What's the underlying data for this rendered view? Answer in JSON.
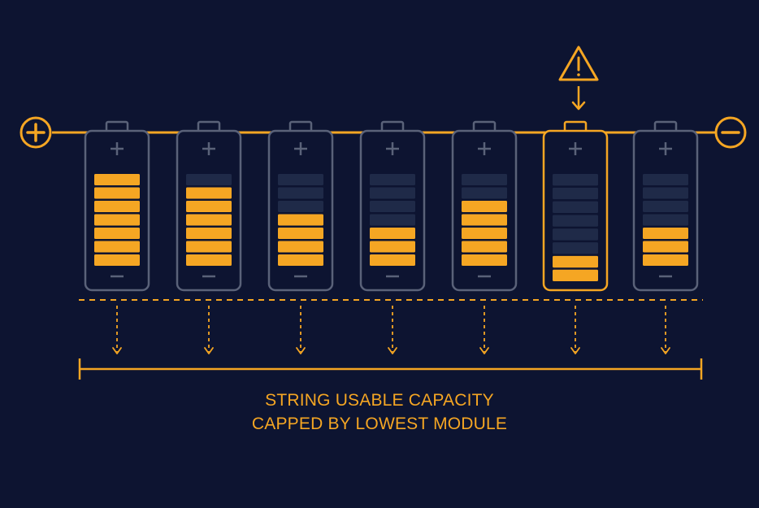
{
  "caption": {
    "line1": "STRING USABLE CAPACITY",
    "line2": "CAPPED BY LOWEST MODULE"
  },
  "terminals": {
    "positive_symbol": "+",
    "negative_symbol": "−"
  },
  "modules": [
    {
      "id": 1,
      "segments_total": 7,
      "segments_filled": 7,
      "warning": false
    },
    {
      "id": 2,
      "segments_total": 7,
      "segments_filled": 6,
      "warning": false
    },
    {
      "id": 3,
      "segments_total": 7,
      "segments_filled": 4,
      "warning": false
    },
    {
      "id": 4,
      "segments_total": 7,
      "segments_filled": 3,
      "warning": false
    },
    {
      "id": 5,
      "segments_total": 7,
      "segments_filled": 5,
      "warning": false
    },
    {
      "id": 6,
      "segments_total": 8,
      "segments_filled": 2,
      "warning": true
    },
    {
      "id": 7,
      "segments_total": 7,
      "segments_filled": 3,
      "warning": false
    }
  ],
  "icons": {
    "warning": "warning-triangle-icon",
    "positive_terminal": "plus-circle-icon",
    "negative_terminal": "minus-circle-icon"
  },
  "colors": {
    "background": "#0d1431",
    "accent": "#f5a623",
    "outline": "#5a6279",
    "empty_segment": "#1f2a48"
  }
}
